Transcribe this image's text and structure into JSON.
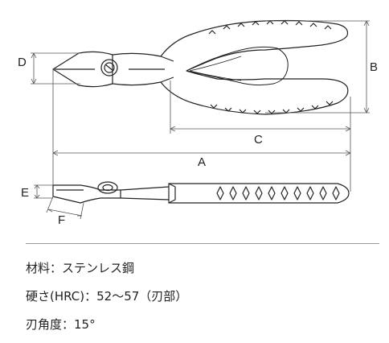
{
  "dimensions": {
    "A": "A",
    "B": "B",
    "C": "C",
    "D": "D",
    "E": "E",
    "F": "F"
  },
  "specs": {
    "material": "材料：ステンレス鋼",
    "hardness": "硬さ(HRC)：52〜57（刃部）",
    "blade_angle": "刃角度：15°"
  },
  "colors": {
    "line": "#222222",
    "dimension_line": "#555555",
    "divider": "#9a9a9a"
  }
}
